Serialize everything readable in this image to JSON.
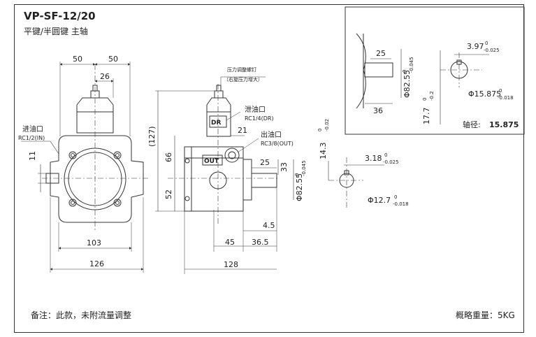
{
  "title": "VP-SF-12/20",
  "subtitle": "平键/半圆键 主轴",
  "note": "备注：此款，未附流量调整",
  "weight": "概略重量：5KG",
  "labels": {
    "pressure_screw": "压力调整螺钉",
    "pressure_screw_hint": "（右旋压力增大）",
    "inlet": "进油口",
    "inlet_spec": "RC1/2(IN)",
    "drain": "泄油口",
    "drain_spec": "RC1/4(DR)",
    "outlet": "出油口",
    "outlet_spec": "RC3/8(OUT)",
    "dr": "DR",
    "out": "OUT",
    "shaft_dia_label": "轴径:",
    "shaft_dia_value": "15.875"
  },
  "dims": {
    "d50a": "50",
    "d50b": "50",
    "d26": "26",
    "d11": "11",
    "d103": "103",
    "d126": "126",
    "d127": "(127)",
    "d66": "66",
    "d52": "52",
    "d21": "21",
    "d25": "25",
    "d33": "33",
    "d82_main": "Φ82.55",
    "d82_tol": "-0.045",
    "d82_tol_up": "0",
    "d4_5": "4.5",
    "d45": "45",
    "d36_5": "36.5",
    "d128": "128",
    "d14_3": "14.3",
    "d14_3_tol": "-0.02",
    "d14_3_tol_up": "0",
    "d3_18": "3.18",
    "d3_18_tol": "-0.025",
    "d3_18_tol_up": "0",
    "d12_7": "Φ12.7",
    "d12_7_tol": "-0.018",
    "d12_7_tol_up": "0",
    "k25": "25",
    "k36": "36",
    "k82": "Φ82.55",
    "k82_tol": "-0.045",
    "k82_tol_up": "0",
    "k3_97": "3.97",
    "k3_97_tol": "-0.025",
    "k3_97_tol_up": "0",
    "k15_875": "Φ15.875",
    "k15_875_tol": "-0.018",
    "k15_875_tol_up": "0",
    "k17_7": "17.7",
    "k17_7_tol": "-0.2",
    "k17_7_tol_up": "0"
  }
}
